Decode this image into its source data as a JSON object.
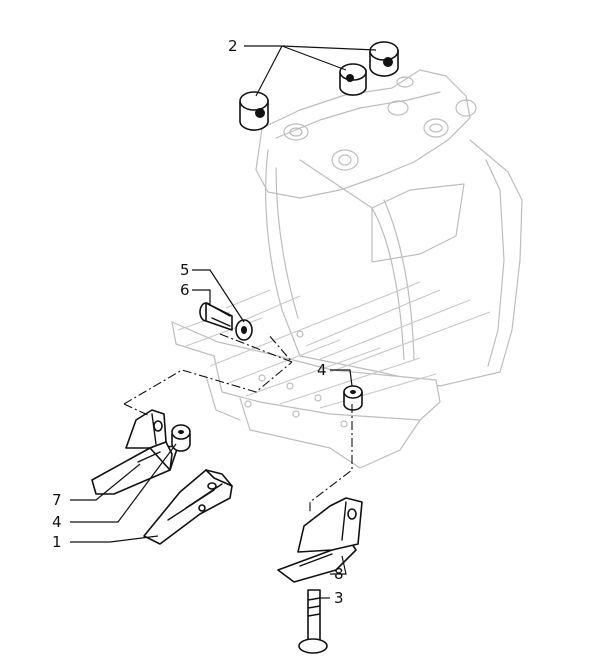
{
  "callouts": {
    "c2": "2",
    "c5": "5",
    "c6": "6",
    "c4_upper": "4",
    "c7": "7",
    "c4_lower": "4",
    "c1": "1",
    "c8": "8",
    "c3": "3"
  },
  "colors": {
    "line": "#111111",
    "ghost": "#bdbdbd",
    "background": "#ffffff"
  }
}
